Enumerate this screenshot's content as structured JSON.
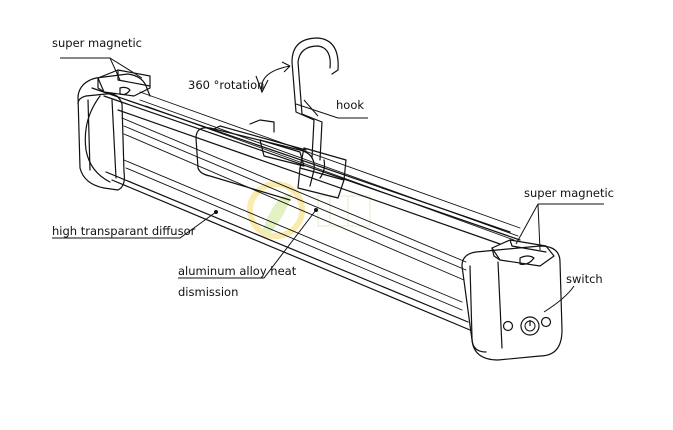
{
  "labels": {
    "magnet_left": "super magnetic",
    "rotation": "360 °rotation",
    "hook": "hook",
    "diffusor": "high transparant diffusor",
    "alloy_line1": "aluminum alloy heat",
    "alloy_line2": "dismission",
    "magnet_right": "super magnetic",
    "switch": "switch"
  },
  "watermark_logo_colors": [
    "#f6d34a",
    "#bfe07a"
  ]
}
